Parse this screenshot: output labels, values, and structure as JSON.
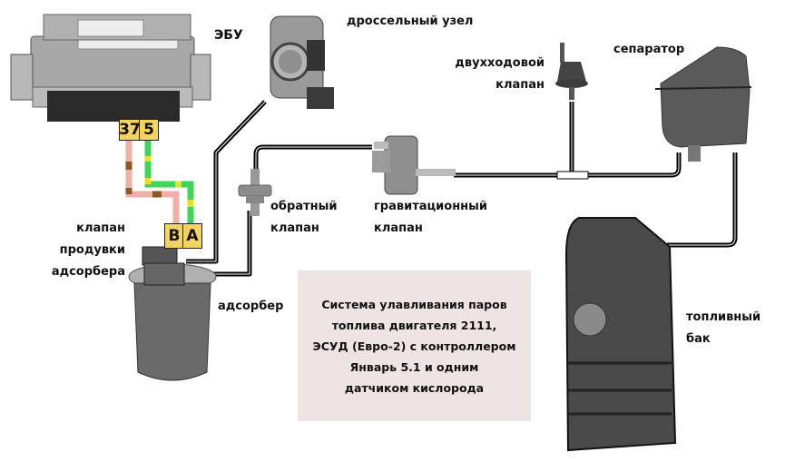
{
  "title": "Система улавливания паров топлива двигателя 2111, ЭСУД (Евро-2) с контроллером Январь 5.1 и одним датчиком кислорода",
  "components": {
    "ecu": {
      "label": "ЭБУ"
    },
    "throttle": {
      "label": "дроссельный узел"
    },
    "two_way_valve": {
      "line1": "двухходовой",
      "line2": "клапан"
    },
    "separator": {
      "label": "сепаратор"
    },
    "check_valve": {
      "line1": "обратный",
      "line2": "клапан"
    },
    "gravity_valve": {
      "line1": "гравитационный",
      "line2": "клапан"
    },
    "purge_valve": {
      "line1": "клапан",
      "line2": "продувки",
      "line3": "адсорбера"
    },
    "adsorber": {
      "label": "адсорбер"
    },
    "fuel_tank": {
      "line1": "топливный",
      "line2": "бак"
    }
  },
  "pins": {
    "ecu_pin_1": "37",
    "ecu_pin_2": "5",
    "valve_pin_1": "B",
    "valve_pin_2": "A"
  },
  "wires": {
    "wire_37_B": {
      "color_main": "#f0b0a8",
      "color_stripe": "#8b5a1e"
    },
    "wire_5_A": {
      "color_main": "#3fd45a",
      "color_stripe": "#e8e020"
    }
  },
  "caption": {
    "lines": [
      "Система улавливания паров",
      "топлива двигателя 2111,",
      "ЭСУД (Евро-2) с контроллером",
      "Январь 5.1 и одним",
      "датчиком кислорода"
    ],
    "background": "#efe4e4"
  }
}
